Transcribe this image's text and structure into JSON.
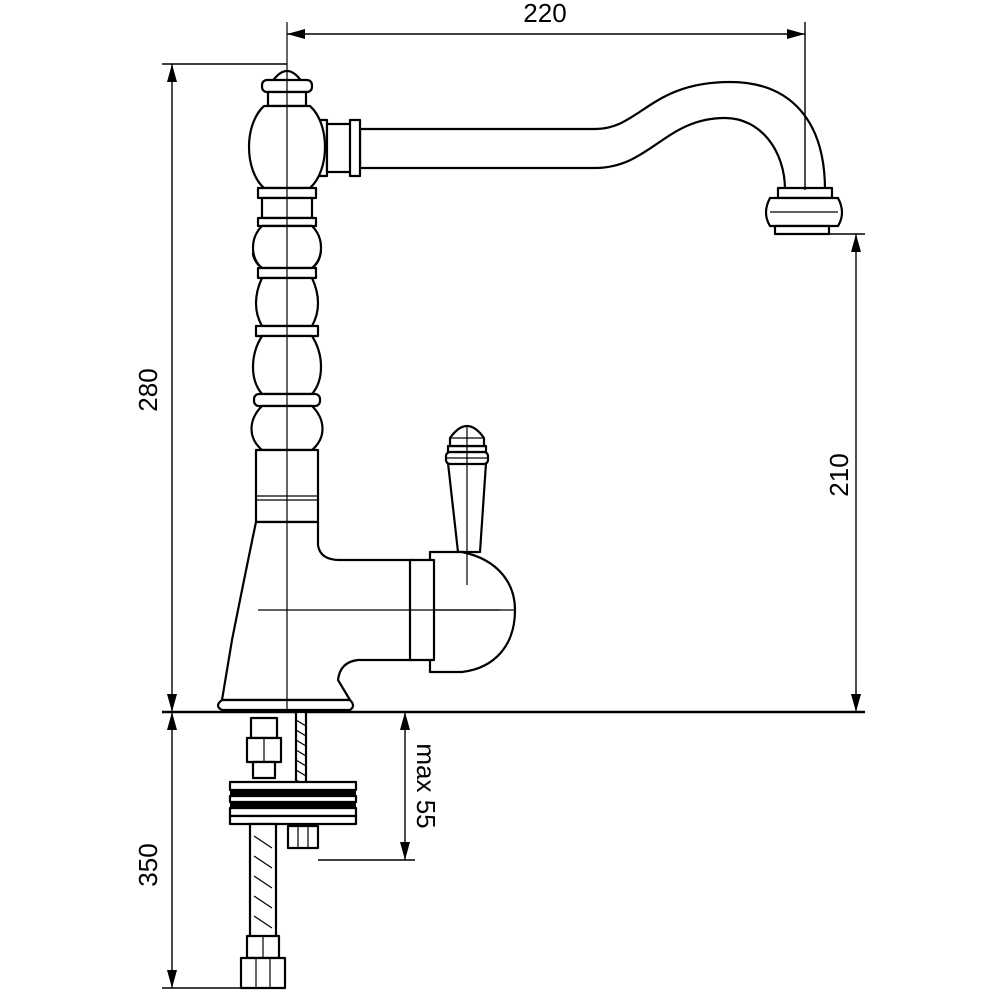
{
  "dimensions": {
    "spout_reach": "220",
    "total_height": "280",
    "spout_height": "210",
    "counter_thickness": "max 55",
    "hose_length": "350"
  },
  "colors": {
    "line": "#000000",
    "background": "#ffffff"
  }
}
